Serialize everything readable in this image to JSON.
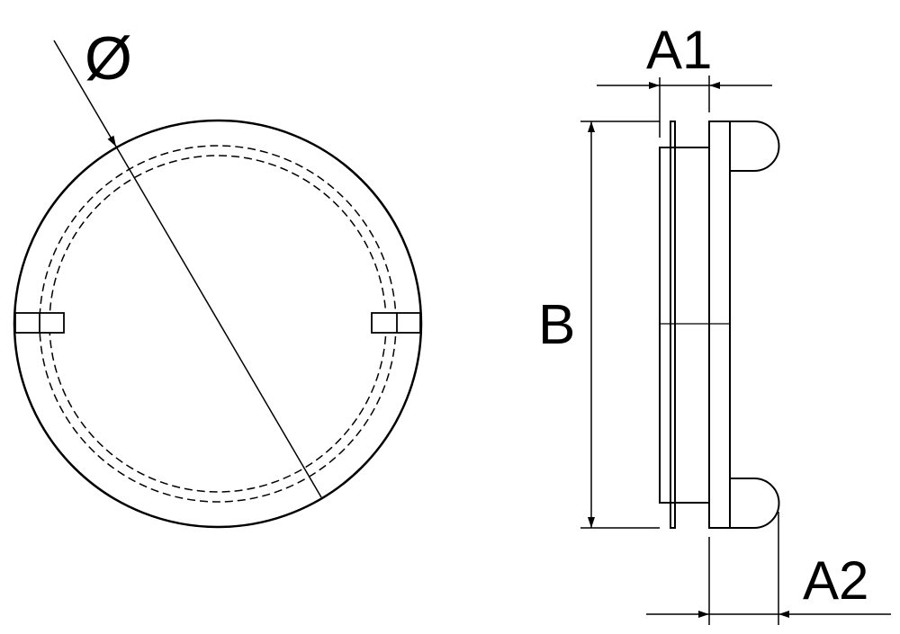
{
  "labels": {
    "diameter": "Ø",
    "a1": "A1",
    "b": "B",
    "a2": "A2"
  },
  "colors": {
    "line": "#000000",
    "background": "#ffffff"
  }
}
